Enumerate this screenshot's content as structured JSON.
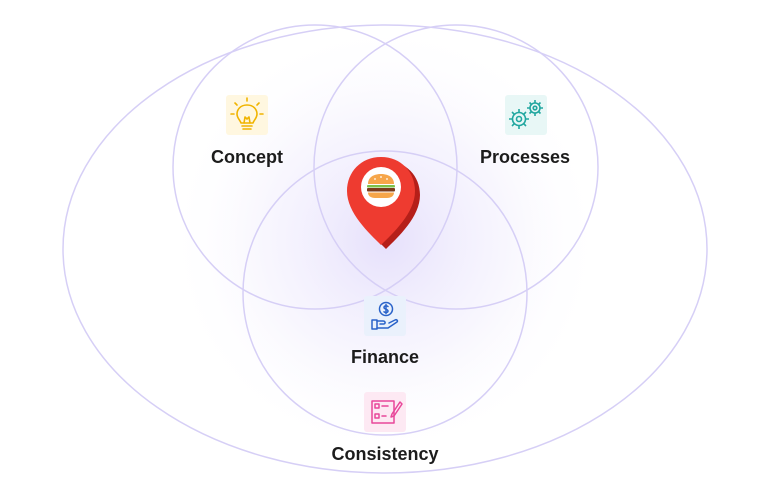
{
  "diagram": {
    "type": "venn",
    "colors": {
      "outline": "#d6cff6",
      "glow": "#b7a6f5",
      "pin": "#ee3b30",
      "pin_shadow": "#b51f19",
      "concept_icon": "#f0b400",
      "processes_icon": "#22a7a0",
      "finance_icon": "#2a63c9",
      "consistency_icon": "#e8479a",
      "text": "#1c1c1c"
    },
    "sets": [
      {
        "label": "Concept",
        "icon": "lightbulb-icon"
      },
      {
        "label": "Processes",
        "icon": "gears-icon"
      },
      {
        "label": "Finance",
        "icon": "hand-coin-icon"
      },
      {
        "label": "Consistency",
        "icon": "checklist-icon"
      }
    ],
    "center_icon": "burger-location-pin-icon"
  }
}
